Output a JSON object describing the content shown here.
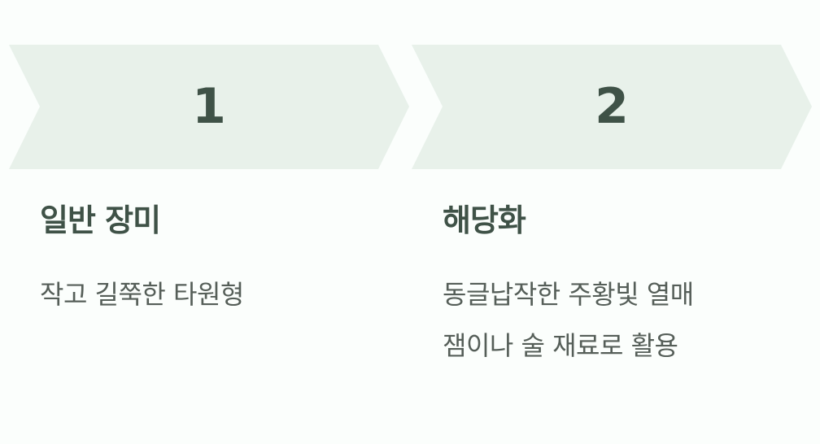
{
  "colors": {
    "background": "#fbfefc",
    "chevron_fill": "#e8f1ea",
    "heading": "#3f5247",
    "body_text": "#555e58"
  },
  "steps": [
    {
      "number": "1",
      "title": "일반 장미",
      "lines": [
        "작고 길쭉한 타원형"
      ]
    },
    {
      "number": "2",
      "title": "해당화",
      "lines": [
        "동글납작한 주황빛 열매",
        "잼이나 술 재료로 활용"
      ]
    }
  ]
}
